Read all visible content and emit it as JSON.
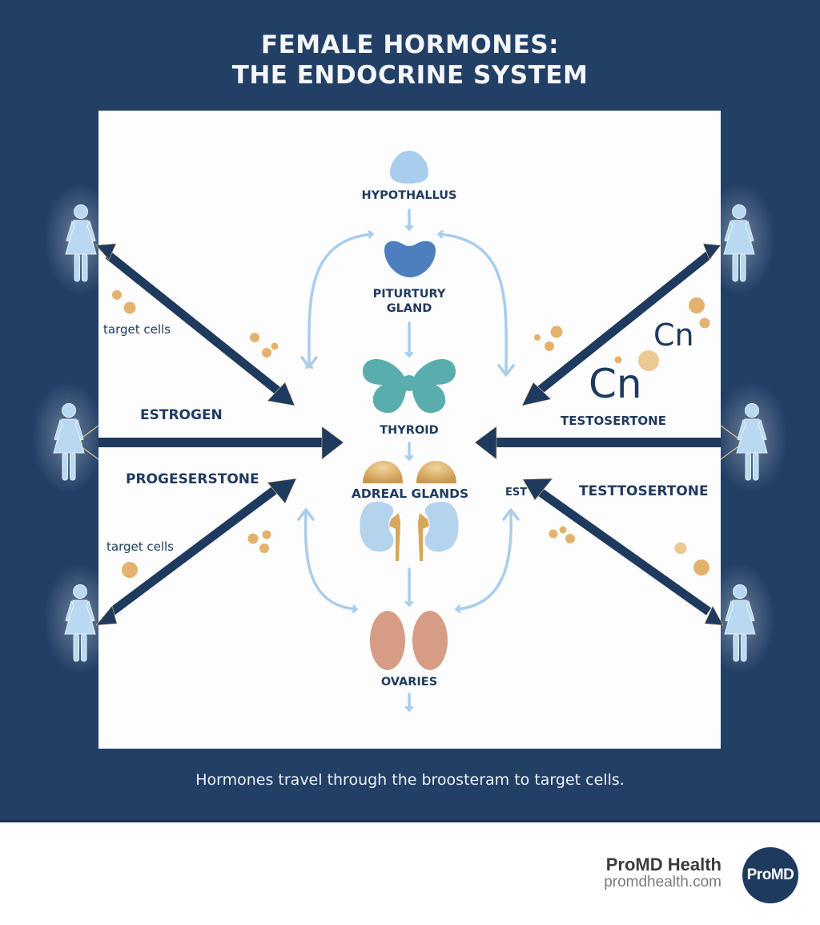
{
  "title": {
    "line1": "FEMALE HORMONES:",
    "line2": "THE ENDOCRINE SYSTEM"
  },
  "colors": {
    "banner": "#223f66",
    "panel": "#fdfdfd",
    "arrow_dark": "#1f3a5f",
    "arrow_light": "#a9cdec",
    "hypothalamus": "#a9cdec",
    "pituitary": "#4d7fbf",
    "thyroid": "#5aadad",
    "adrenal": "#d6a659",
    "kidney": "#b4d4ee",
    "ovary": "#d69c86",
    "particle": "#e3b36d",
    "figure": "#b9d8f2"
  },
  "organs": [
    {
      "id": "hypothalamus",
      "label_lines": [
        "HYPOTHALLUS"
      ]
    },
    {
      "id": "pituitary",
      "label_lines": [
        "PITURTURY",
        "GLAND"
      ]
    },
    {
      "id": "thyroid",
      "label_lines": [
        "THYROID"
      ]
    },
    {
      "id": "adrenal",
      "label_lines": [
        "ADREAL GLANDS"
      ]
    },
    {
      "id": "ovaries",
      "label_lines": [
        "OVARIES"
      ]
    }
  ],
  "hormone_labels": {
    "left_upper": "ESTROGEN",
    "left_lower": "PROGESERSTONE",
    "right_upper": "TESTOSERTONE",
    "right_lower": "TESTTOSERTONE",
    "right_partial": "EST"
  },
  "target_cells": [
    "target cells",
    "target cells"
  ],
  "symbols": [
    "Cn",
    "Cn"
  ],
  "caption": "Hormones travel through the broosteram to target cells.",
  "footer": {
    "brand_name": "ProMD Health",
    "brand_url": "promdhealth.com",
    "logo_text": "ProMD"
  }
}
